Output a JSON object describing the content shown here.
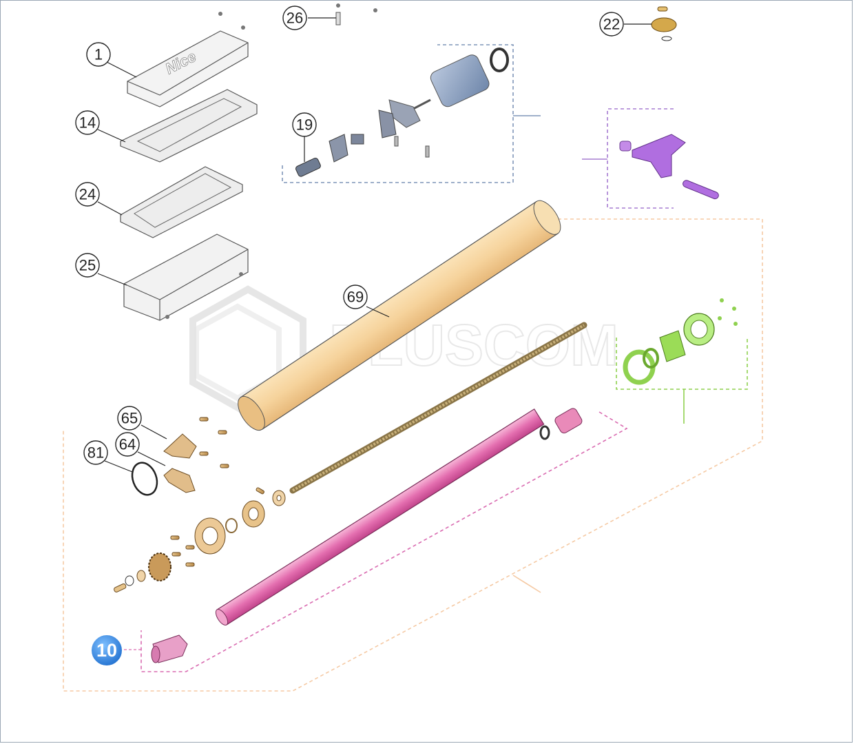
{
  "watermark": "PLUSCOM",
  "cover_logo": "Nice",
  "callouts": [
    {
      "id": "1",
      "label": "1"
    },
    {
      "id": "14",
      "label": "14"
    },
    {
      "id": "24",
      "label": "24"
    },
    {
      "id": "25",
      "label": "25"
    },
    {
      "id": "26",
      "label": "26"
    },
    {
      "id": "19",
      "label": "19"
    },
    {
      "id": "22",
      "label": "22"
    },
    {
      "id": "69",
      "label": "69"
    },
    {
      "id": "65",
      "label": "65"
    },
    {
      "id": "64",
      "label": "64"
    },
    {
      "id": "81",
      "label": "81"
    }
  ],
  "highlight": {
    "label": "10",
    "color": "#3a8ee6"
  },
  "group_colors": {
    "motor": "#7f95b8",
    "bracket": "#a67bd1",
    "bearing": "#8fd14f",
    "housing": "#f5c9a3",
    "tube": "#d96ab0"
  }
}
